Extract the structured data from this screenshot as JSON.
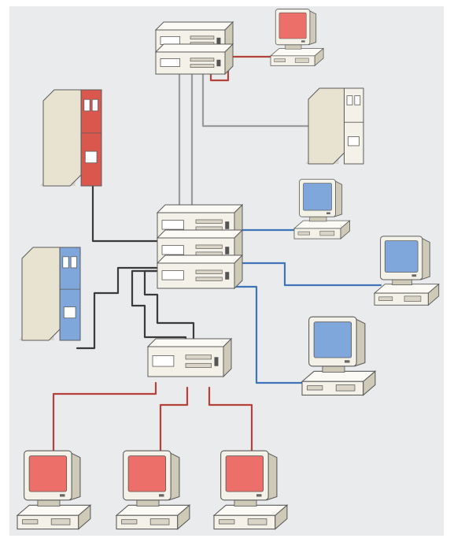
{
  "colors": {
    "background": "#e9ebec",
    "frame": "#ffffff",
    "case_light": "#f4f1e8",
    "case_top": "#fbfaf5",
    "case_side": "#cfc9b8",
    "case_shadow": "#9a9486",
    "outline": "#5b5b5b",
    "screen_red": "#ec6f6a",
    "screen_blue": "#7fa7dc",
    "tower_red": "#d9574d",
    "tower_blue": "#7fa7dc",
    "link_red": "#b5413a",
    "link_blue": "#3f74b6",
    "link_gray": "#9a9a9a",
    "link_dark": "#3a3a3a"
  },
  "nodes": [
    {
      "id": "hub-top",
      "kind": "hub",
      "units": 2
    },
    {
      "id": "hub-center",
      "kind": "hub",
      "units": 3
    },
    {
      "id": "hub-bottom",
      "kind": "hub",
      "units": 1
    },
    {
      "id": "tower-red",
      "kind": "tower",
      "accent": "red"
    },
    {
      "id": "tower-blue",
      "kind": "tower",
      "accent": "blue"
    },
    {
      "id": "tower-plain",
      "kind": "tower",
      "accent": "none"
    },
    {
      "id": "workstation-top-red",
      "kind": "workstation",
      "screen": "red"
    },
    {
      "id": "workstation-blue-1",
      "kind": "workstation",
      "screen": "blue"
    },
    {
      "id": "workstation-blue-2",
      "kind": "workstation",
      "screen": "blue"
    },
    {
      "id": "workstation-blue-3",
      "kind": "workstation",
      "screen": "blue"
    },
    {
      "id": "workstation-red-1",
      "kind": "workstation",
      "screen": "red"
    },
    {
      "id": "workstation-red-2",
      "kind": "workstation",
      "screen": "red"
    },
    {
      "id": "workstation-red-3",
      "kind": "workstation",
      "screen": "red"
    }
  ],
  "links": [
    {
      "from": "hub-top",
      "to": "workstation-top-red",
      "color": "red"
    },
    {
      "from": "hub-top",
      "to": "tower-plain",
      "color": "gray"
    },
    {
      "from": "hub-top",
      "to": "hub-center",
      "color": "gray"
    },
    {
      "from": "hub-center",
      "to": "tower-red",
      "color": "dark"
    },
    {
      "from": "hub-center",
      "to": "tower-blue",
      "color": "dark"
    },
    {
      "from": "hub-center",
      "to": "workstation-blue-1",
      "color": "blue"
    },
    {
      "from": "hub-center",
      "to": "workstation-blue-2",
      "color": "blue"
    },
    {
      "from": "hub-center",
      "to": "workstation-blue-3",
      "color": "blue"
    },
    {
      "from": "hub-center",
      "to": "hub-bottom",
      "color": "dark"
    },
    {
      "from": "hub-bottom",
      "to": "workstation-red-1",
      "color": "red"
    },
    {
      "from": "hub-bottom",
      "to": "workstation-red-2",
      "color": "red"
    },
    {
      "from": "hub-bottom",
      "to": "workstation-red-3",
      "color": "red"
    }
  ]
}
